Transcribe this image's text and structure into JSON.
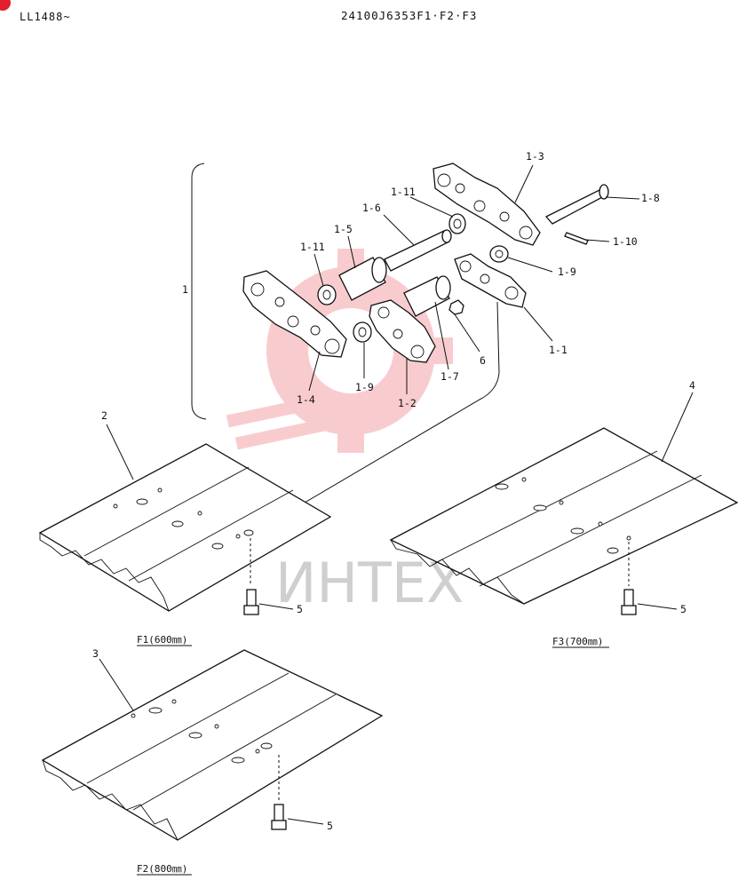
{
  "header": {
    "sheet_id": "LL1488~",
    "drawing_number": "24100J6353F1·F2·F3"
  },
  "watermark": {
    "text": "ИНТЕХ",
    "logo_color": "#f4a3a8"
  },
  "labels": {
    "assembly": "1",
    "link_right": "1-1",
    "link_left_inner": "1-2",
    "link_right_outer": "1-3",
    "link_left": "1-4",
    "bushing": "1-5",
    "pin_long": "1-6",
    "bushing_short": "1-7",
    "master_pin": "1-8",
    "spacer_right": "1-9",
    "spacer_left": "1-9",
    "stopper_pin": "1-10",
    "seal_left": "1-11",
    "seal_right": "1-11",
    "shoe_f1": "2",
    "shoe_f2": "3",
    "shoe_f3": "4",
    "bolt_f1": "5",
    "bolt_f2": "5",
    "bolt_f3": "5",
    "nut": "6"
  },
  "captions": {
    "f1": "F1(600㎜)",
    "f2": "F2(800㎜)",
    "f3": "F3(700㎜)"
  }
}
